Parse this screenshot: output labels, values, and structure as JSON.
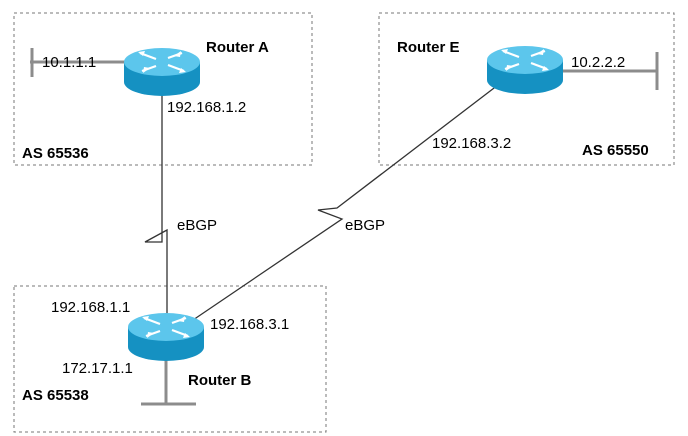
{
  "routers": {
    "a": {
      "name": "Router A",
      "left_network": "10.1.1.1",
      "interface_ip": "192.168.1.2"
    },
    "e": {
      "name": "Router E",
      "right_network": "10.2.2.2",
      "interface_ip": "192.168.3.2"
    },
    "b": {
      "name": "Router B",
      "interface_ip_to_a": "192.168.1.1",
      "interface_ip_to_e": "192.168.3.1",
      "bottom_network": "172.17.1.1"
    }
  },
  "autonomous_systems": {
    "left": "AS 65536",
    "right": "AS 65550",
    "bottom": "AS 65538"
  },
  "links": {
    "a_b": "eBGP",
    "e_b": "eBGP"
  },
  "colors": {
    "router_fill": "#1ba3d6",
    "router_top": "#5cc6ec",
    "boundary": "#777777",
    "wire": "#333333",
    "lan": "#8c8c8c"
  }
}
